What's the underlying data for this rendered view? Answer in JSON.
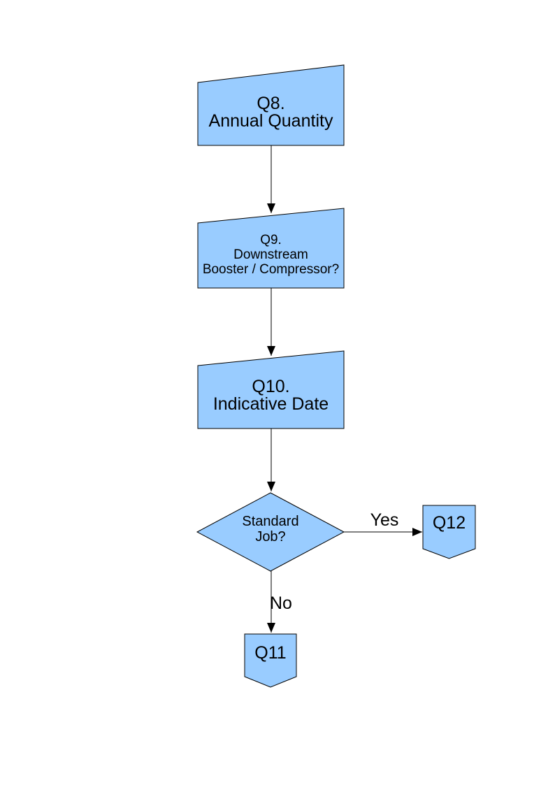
{
  "colors": {
    "node_fill": "#99CCFF",
    "node_border": "#000000",
    "edge": "#000000",
    "text": "#000000",
    "background": "#FFFFFF"
  },
  "nodes": {
    "q8": {
      "shape": "manual-input",
      "lines": [
        "Q8.",
        "Annual Quantity"
      ]
    },
    "q9": {
      "shape": "manual-input",
      "lines": [
        "Q9.",
        "Downstream",
        "Booster / Compressor?"
      ]
    },
    "q10": {
      "shape": "manual-input",
      "lines": [
        "Q10.",
        "Indicative Date"
      ]
    },
    "decision": {
      "shape": "decision-diamond",
      "lines": [
        "Standard",
        "Job?"
      ]
    },
    "q12": {
      "shape": "off-page-connector",
      "label": "Q12"
    },
    "q11": {
      "shape": "off-page-connector",
      "label": "Q11"
    }
  },
  "edges": {
    "q8_to_q9": {
      "label": ""
    },
    "q9_to_q10": {
      "label": ""
    },
    "q10_to_decision": {
      "label": ""
    },
    "decision_to_q12": {
      "label": "Yes"
    },
    "decision_to_q11": {
      "label": "No"
    }
  }
}
